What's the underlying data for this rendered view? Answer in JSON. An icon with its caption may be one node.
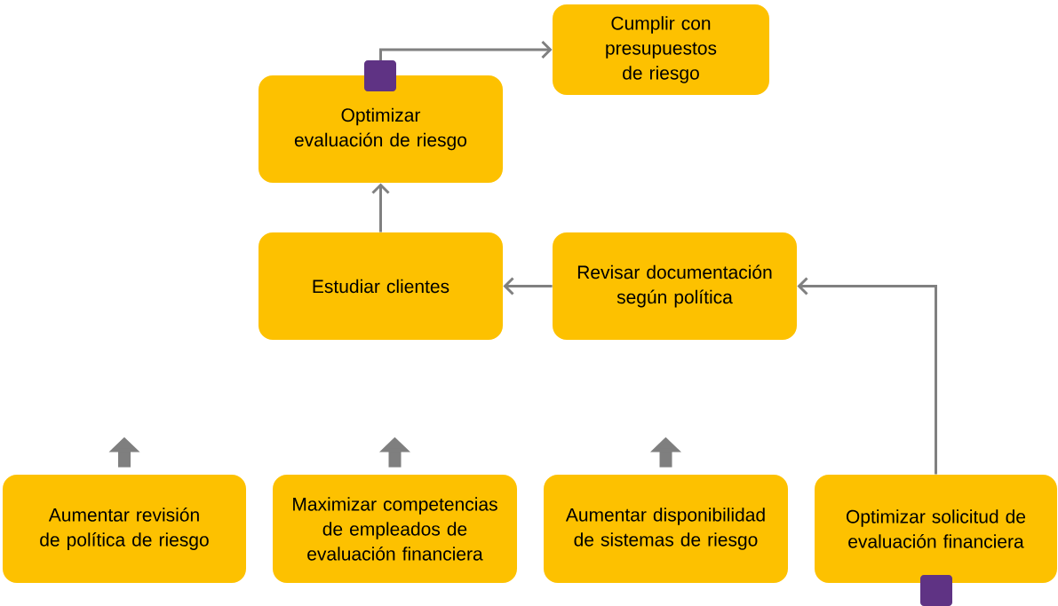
{
  "diagram": {
    "nodes": [
      {
        "text": [
          "Cumplir con presupuestos de riesgo"
        ]
      },
      {
        "text": [
          "Optimizar evaluación de riesgo"
        ]
      },
      {
        "text": [
          "Estudiar clientes"
        ]
      },
      {
        "text": [
          "Revisar documentación según política"
        ]
      },
      {
        "text": [
          "Aumentar revisión de política de riesgo"
        ]
      },
      {
        "text": [
          "Maximizar competencias de empleados de evaluación financiera"
        ]
      },
      {
        "text": [
          "Aumentar disponibilidad de sistemas de riesgo"
        ]
      },
      {
        "text": [
          "Optimizar solicitud de evaluación financiera"
        ]
      }
    ],
    "edges": [
      {
        "from": 1,
        "to": 0,
        "arrow": "to"
      },
      {
        "from": 2,
        "to": 1,
        "arrow": "to"
      },
      {
        "from": 3,
        "to": 2,
        "arrow": "to"
      },
      {
        "from": 7,
        "to": 3,
        "arrow": "to"
      },
      {
        "from": 4,
        "to": null,
        "arrow": "to",
        "style": "thick"
      },
      {
        "from": 5,
        "to": null,
        "arrow": "to",
        "style": "thick"
      },
      {
        "from": 6,
        "to": null,
        "arrow": "to",
        "style": "thick"
      }
    ]
  }
}
